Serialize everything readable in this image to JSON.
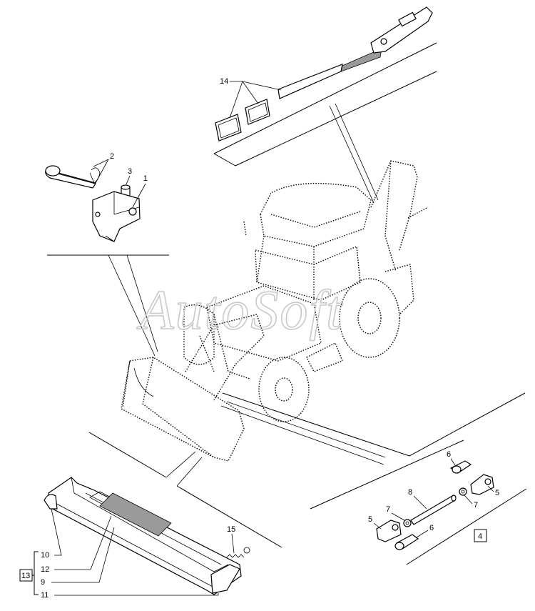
{
  "watermark": "AutoSoft",
  "labels": {
    "l1": "1",
    "l2": "2",
    "l3": "3",
    "l4": "4",
    "l5a": "5",
    "l5b": "5",
    "l6a": "6",
    "l6b": "6",
    "l7a": "7",
    "l7b": "7",
    "l8": "8",
    "l9": "9",
    "l10": "10",
    "l11": "11",
    "l12": "12",
    "l13": "13",
    "l14": "14",
    "l15": "15"
  },
  "colors": {
    "line": "#000000",
    "hatch": "#9a9a9a",
    "watermark": "#c9c9c9",
    "background": "#ffffff"
  }
}
